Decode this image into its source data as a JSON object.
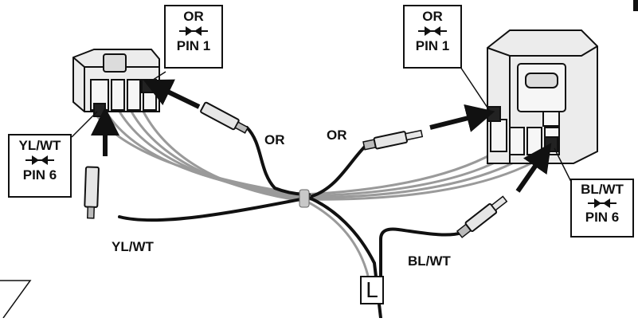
{
  "callouts": {
    "left_pin1": {
      "color": "OR",
      "pin": "PIN 1"
    },
    "left_pin6": {
      "color": "YL/WT",
      "pin": "PIN 6"
    },
    "right_pin1": {
      "color": "OR",
      "pin": "PIN 1"
    },
    "right_pin6": {
      "color": "BL/WT",
      "pin": "PIN 6"
    }
  },
  "wire_labels": {
    "left_or": "OR",
    "right_or": "OR",
    "yl_wt": "YL/WT",
    "bl_wt": "BL/WT"
  },
  "view_label": "L",
  "colors": {
    "ink": "#111111",
    "connector_fill": "#ececec",
    "wire_gray": "#9a9a9a",
    "wire_black": "#111111"
  }
}
